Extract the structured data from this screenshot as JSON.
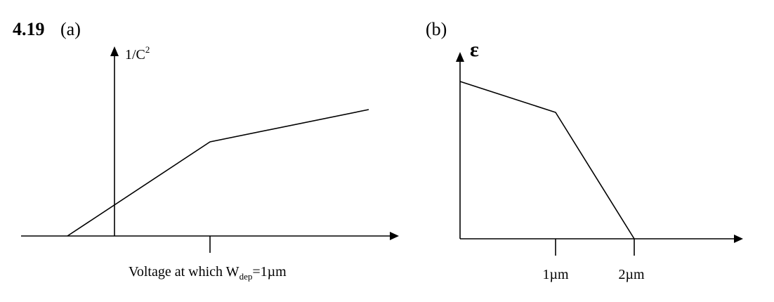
{
  "header": {
    "problem_number": "4.19",
    "part_a": "(a)",
    "part_b": "(b)"
  },
  "panel_a": {
    "y_axis_label": "1/C",
    "y_axis_label_sup": "2",
    "x_axis_label_prefix": "Voltage at which W",
    "x_axis_label_sub": "dep",
    "x_axis_label_suffix": "=1µm"
  },
  "panel_b": {
    "y_axis_label": "ε",
    "x_ticks": [
      "1µm",
      "2µm"
    ]
  }
}
